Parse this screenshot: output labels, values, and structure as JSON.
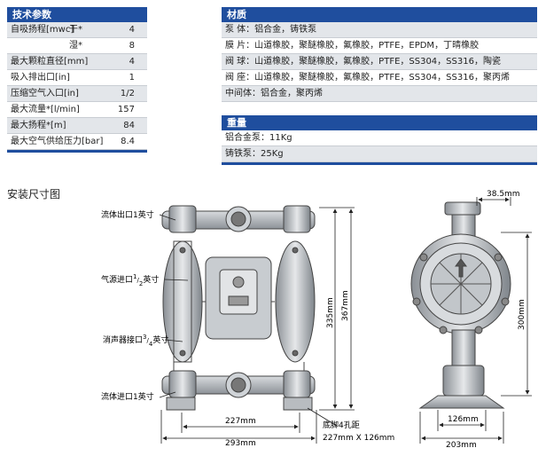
{
  "spec": {
    "title": "技术参数",
    "rows": [
      {
        "label": "自吸扬程[mwc]",
        "sub": "干*",
        "value": "4"
      },
      {
        "label": "",
        "sub": "湿*",
        "value": "8"
      },
      {
        "label": "最大颗粒直径[mm]",
        "sub": "",
        "value": "4"
      },
      {
        "label": "吸入排出口[in]",
        "sub": "",
        "value": "1"
      },
      {
        "label": "压缩空气入口[in]",
        "sub": "",
        "value": "1/2"
      },
      {
        "label": "最大流量*[l/min]",
        "sub": "",
        "value": "157"
      },
      {
        "label": "最大扬程*[m]",
        "sub": "",
        "value": "84"
      },
      {
        "label": "最大空气供给压力[bar]",
        "sub": "",
        "value": "8.4"
      }
    ]
  },
  "materials": {
    "title": "材质",
    "rows": [
      "泵  体：铝合金，铸铁泵",
      "膜  片：山道橡胶，聚醚橡胶，氟橡胶，PTFE，EPDM，丁晴橡胶",
      "阀  球：山道橡胶，聚醚橡胶，氟橡胶，PTFE，SS304，SS316，陶瓷",
      "阀  座：山道橡胶，聚醚橡胶，氟橡胶，PTFE，SS304，SS316，聚丙烯",
      "中间体：铝合金，聚丙烯"
    ]
  },
  "weight": {
    "title": "重量",
    "rows": [
      "铝合金泵：11Kg",
      "铸铁泵：25Kg"
    ]
  },
  "drawing": {
    "title": "安装尺寸图",
    "labels": {
      "outlet": "流体出口1英寸",
      "air_prefix": "气源进口",
      "air_num": "1",
      "air_den": "2",
      "air_suffix": "英寸",
      "muffler_prefix": "消声器接口",
      "muffler_num": "3",
      "muffler_den": "4",
      "muffler_suffix": "英寸",
      "inlet": "流体进口1英寸",
      "base_holes_1": "底脚4孔距",
      "base_holes_2": "227mm X 126mm"
    },
    "dims": {
      "d227": "227mm",
      "d293": "293mm",
      "d335": "335mm",
      "d367": "367mm",
      "d38": "38.5mm",
      "d300": "300mm",
      "d126": "126mm",
      "d203": "203mm"
    }
  }
}
